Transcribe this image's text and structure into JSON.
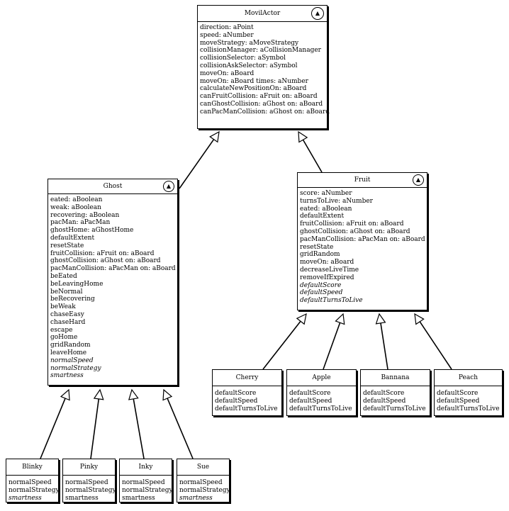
{
  "colors": {
    "line": "#000000",
    "background": "#ffffff"
  },
  "badge_symbol": "▲",
  "classes": [
    {
      "id": "movilactor",
      "name": "MovilActor",
      "abstract_badge": true,
      "members": [
        {
          "text": "direction: aPoint"
        },
        {
          "text": "speed: aNumber"
        },
        {
          "text": "moveStrategy: aMoveStrategy"
        },
        {
          "text": "collisionManager: aCollisionManager"
        },
        {
          "text": "collisionSelector: aSymbol"
        },
        {
          "text": "collisionAskSelector: aSymbol"
        },
        {
          "text": "moveOn: aBoard"
        },
        {
          "text": "moveOn: aBoard times: aNumber"
        },
        {
          "text": "calculateNewPositionOn: aBoard"
        },
        {
          "text": "canFruitCollision: aFruit on: aBoard"
        },
        {
          "text": "canGhostCollision: aGhost on: aBoard"
        },
        {
          "text": "canPacManCollision: aGhost on: aBoard"
        }
      ]
    },
    {
      "id": "ghost",
      "name": "Ghost",
      "abstract_badge": true,
      "members": [
        {
          "text": "eated: aBoolean"
        },
        {
          "text": "weak: aBoolean"
        },
        {
          "text": "recovering: aBoolean"
        },
        {
          "text": "pacMan: aPacMan"
        },
        {
          "text": "ghostHome: aGhostHome"
        },
        {
          "text": "defaultExtent"
        },
        {
          "text": "resetState"
        },
        {
          "text": "fruitCollision: aFruit on: aBoard"
        },
        {
          "text": "ghostCollision: aGhost on: aBoard"
        },
        {
          "text": "pacManCollision: aPacMan on: aBoard"
        },
        {
          "text": "beEated"
        },
        {
          "text": "beLeavingHome"
        },
        {
          "text": "beNormal"
        },
        {
          "text": "beRecovering"
        },
        {
          "text": "beWeak"
        },
        {
          "text": "chaseEasy"
        },
        {
          "text": "chaseHard"
        },
        {
          "text": "escape"
        },
        {
          "text": "goHome"
        },
        {
          "text": "gridRandom"
        },
        {
          "text": "leaveHome"
        },
        {
          "text": "normalSpeed",
          "abstract": true
        },
        {
          "text": "normalStrategy",
          "abstract": true
        },
        {
          "text": "smartness",
          "abstract": true
        }
      ]
    },
    {
      "id": "fruit",
      "name": "Fruit",
      "abstract_badge": true,
      "members": [
        {
          "text": "score: aNumber"
        },
        {
          "text": "turnsToLive: aNumber"
        },
        {
          "text": "eated: aBoolean"
        },
        {
          "text": "defaultExtent"
        },
        {
          "text": "fruitCollision: aFruit on: aBoard"
        },
        {
          "text": "ghostCollision: aGhost on: aBoard"
        },
        {
          "text": "pacManCollision: aPacMan on: aBoard"
        },
        {
          "text": "resetState"
        },
        {
          "text": "gridRandom"
        },
        {
          "text": "moveOn: aBoard"
        },
        {
          "text": "decreaseLiveTime"
        },
        {
          "text": "removeIfExpired"
        },
        {
          "text": "defaultScore",
          "abstract": true
        },
        {
          "text": "defaultSpeed",
          "abstract": true
        },
        {
          "text": "defaultTurnsToLive",
          "abstract": true
        }
      ]
    },
    {
      "id": "cherry",
      "name": "Cherry",
      "members": [
        {
          "text": "defaultScore"
        },
        {
          "text": "defaultSpeed"
        },
        {
          "text": "defaultTurnsToLive"
        }
      ]
    },
    {
      "id": "apple",
      "name": "Apple",
      "members": [
        {
          "text": "defaultScore"
        },
        {
          "text": "defaultSpeed"
        },
        {
          "text": "defaultTurnsToLive"
        }
      ]
    },
    {
      "id": "bannana",
      "name": "Bannana",
      "members": [
        {
          "text": "defaultScore"
        },
        {
          "text": "defaultSpeed"
        },
        {
          "text": "defaultTurnsToLive"
        }
      ]
    },
    {
      "id": "peach",
      "name": "Peach",
      "members": [
        {
          "text": "defaultScore"
        },
        {
          "text": "defaultSpeed"
        },
        {
          "text": "defaultTurnsToLive"
        }
      ]
    },
    {
      "id": "blinky",
      "name": "Blinky",
      "members": [
        {
          "text": "normalSpeed"
        },
        {
          "text": "normalStrategy"
        },
        {
          "text": "smartness",
          "abstract": true
        }
      ]
    },
    {
      "id": "pinky",
      "name": "Pinky",
      "members": [
        {
          "text": "normalSpeed"
        },
        {
          "text": "normalStrategy"
        },
        {
          "text": "smartness"
        }
      ]
    },
    {
      "id": "inky",
      "name": "Inky",
      "members": [
        {
          "text": "normalSpeed"
        },
        {
          "text": "normalStrategy"
        },
        {
          "text": "smartness"
        }
      ]
    },
    {
      "id": "sue",
      "name": "Sue",
      "members": [
        {
          "text": "normalSpeed"
        },
        {
          "text": "normalStrategy"
        },
        {
          "text": "smartness",
          "abstract": true
        }
      ]
    }
  ],
  "generalizations": [
    {
      "from": "ghost",
      "to": "movilactor"
    },
    {
      "from": "fruit",
      "to": "movilactor"
    },
    {
      "from": "blinky",
      "to": "ghost"
    },
    {
      "from": "pinky",
      "to": "ghost"
    },
    {
      "from": "inky",
      "to": "ghost"
    },
    {
      "from": "sue",
      "to": "ghost"
    },
    {
      "from": "cherry",
      "to": "fruit"
    },
    {
      "from": "apple",
      "to": "fruit"
    },
    {
      "from": "bannana",
      "to": "fruit"
    },
    {
      "from": "peach",
      "to": "fruit"
    }
  ]
}
